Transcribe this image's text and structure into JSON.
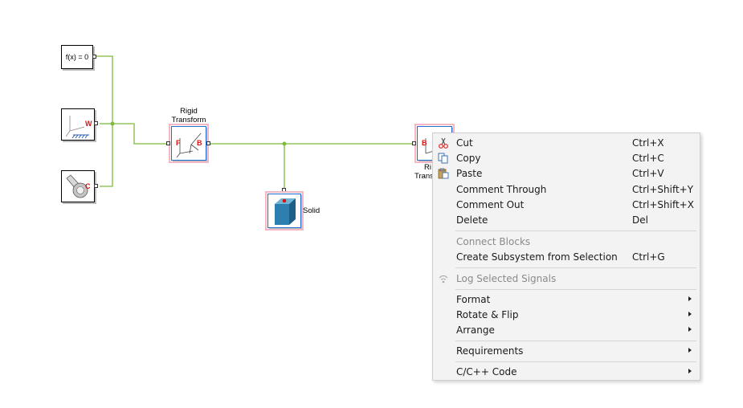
{
  "blocks": {
    "constraint_label": "f(x) = 0",
    "world_port": "W",
    "config_port": "C",
    "rigid_transform_title_1": "Rigid",
    "rigid_transform_title_2": "Transform",
    "rt_port_f": "F",
    "rt_port_b": "B",
    "solid_label": "Solid",
    "rt2_port_b": "B",
    "rt2_partial_1": "Ri",
    "rt2_partial_2": "Trans"
  },
  "context_menu": {
    "items": [
      {
        "label": "Cut",
        "shortcut": "Ctrl+X",
        "icon": "scissors-icon",
        "enabled": true
      },
      {
        "label": "Copy",
        "shortcut": "Ctrl+C",
        "icon": "copy-icon",
        "enabled": true
      },
      {
        "label": "Paste",
        "shortcut": "Ctrl+V",
        "icon": "paste-icon",
        "enabled": true
      },
      {
        "label": "Comment Through",
        "shortcut": "Ctrl+Shift+Y",
        "enabled": true
      },
      {
        "label": "Comment Out",
        "shortcut": "Ctrl+Shift+X",
        "enabled": true
      },
      {
        "label": "Delete",
        "shortcut": "Del",
        "enabled": true
      },
      {
        "label": "Connect Blocks",
        "shortcut": "",
        "enabled": false
      },
      {
        "label": "Create Subsystem from Selection",
        "shortcut": "Ctrl+G",
        "enabled": true
      },
      {
        "label": "Log Selected Signals",
        "shortcut": "",
        "icon": "wifi-signal-icon",
        "enabled": false
      },
      {
        "label": "Format",
        "shortcut": "",
        "submenu": true,
        "enabled": true
      },
      {
        "label": "Rotate & Flip",
        "shortcut": "",
        "submenu": true,
        "enabled": true
      },
      {
        "label": "Arrange",
        "shortcut": "",
        "submenu": true,
        "enabled": true
      },
      {
        "label": "Requirements",
        "shortcut": "",
        "submenu": true,
        "enabled": true
      },
      {
        "label": "C/C++ Code",
        "shortcut": "",
        "submenu": true,
        "enabled": true
      }
    ]
  },
  "colors": {
    "connection_line": "#7dbb3f",
    "selection_blue": "#1f6fd1",
    "selection_pink": "#f3b8c3",
    "port_label_red": "#dd1111",
    "menu_background": "#f3f3f3"
  }
}
